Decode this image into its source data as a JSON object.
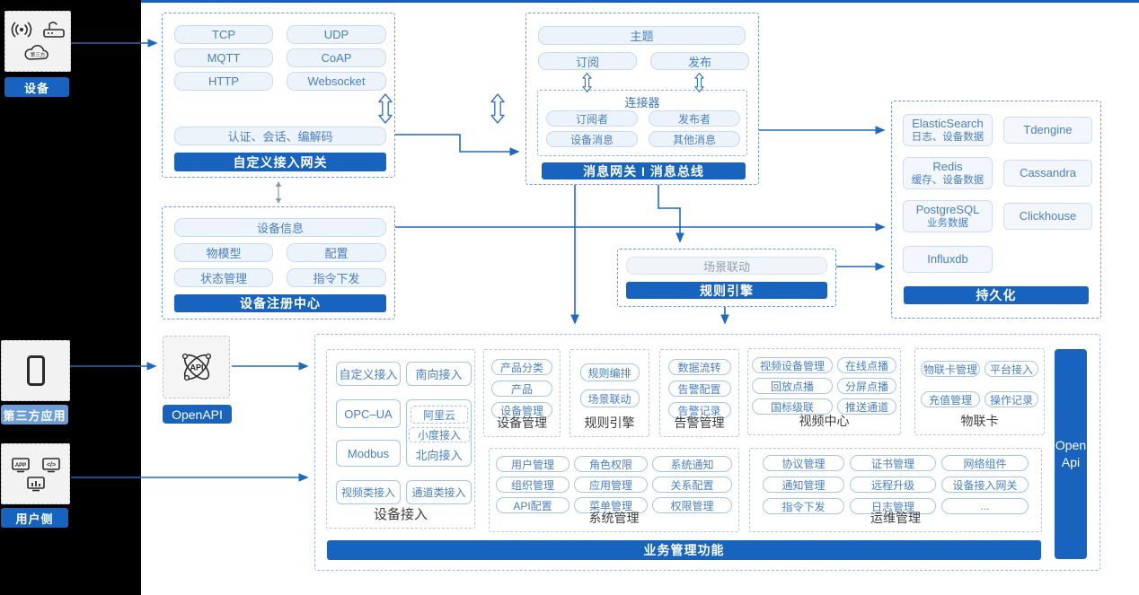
{
  "page": {
    "accent": "#1763be",
    "light_accent": "#6d9ed9",
    "top_line": "#1660bd"
  },
  "left_rail": {
    "device": {
      "label": "设备"
    },
    "third_party": {
      "label": "第三方应用"
    },
    "user_side": {
      "label": "用户侧"
    }
  },
  "gateway_box": {
    "protocols": [
      "TCP",
      "UDP",
      "MQTT",
      "CoAP",
      "HTTP",
      "Websocket"
    ],
    "wide_pill": "认证、会话、编解码",
    "title": "自定义接入网关"
  },
  "registry_box": {
    "wide_pill": "设备信息",
    "pills": [
      "物模型",
      "配置",
      "状态管理",
      "指令下发"
    ],
    "title": "设备注册中心"
  },
  "message_box": {
    "topic": "主题",
    "subscribe": "订阅",
    "publish": "发布",
    "connector_title": "连接器",
    "connector_pills": [
      "订阅者",
      "发布者",
      "设备消息",
      "其他消息"
    ],
    "title": "消息网关 I 消息总线"
  },
  "persistence_box": {
    "cells": [
      {
        "name": "ElasticSearch",
        "desc": "日志、设备数据"
      },
      {
        "name": "Tdengine",
        "desc": ""
      },
      {
        "name": "Redis",
        "desc": "缓存、设备数据"
      },
      {
        "name": "Cassandra",
        "desc": ""
      },
      {
        "name": "PostgreSQL",
        "desc": "业务数据"
      },
      {
        "name": "Clickhouse",
        "desc": ""
      },
      {
        "name": "Influxdb",
        "desc": ""
      }
    ],
    "title": "持久化"
  },
  "rule_box": {
    "pill": "场景联动",
    "title": "规则引擎"
  },
  "openapi": {
    "label": "OpenAPI"
  },
  "business": {
    "title": "业务管理功能",
    "open_api_bar": {
      "line1": "Open",
      "line2": "Api"
    },
    "device_access": {
      "row1": [
        "自定义接入",
        "南向接入"
      ],
      "opc": "OPC–UA",
      "modbus": "Modbus",
      "north": {
        "items": [
          "阿里云",
          "小度接入"
        ],
        "label": "北向接入"
      },
      "row4": [
        "视频类接入",
        "通道类接入"
      ],
      "label": "设备接入"
    },
    "device_mgmt": {
      "pills": [
        "产品分类",
        "产品",
        "设备管理"
      ],
      "label": "设备管理"
    },
    "rule_engine": {
      "pills": [
        "规则编排",
        "场景联动"
      ],
      "label": "规则引擎"
    },
    "alarm_mgmt": {
      "pills": [
        "数据流转",
        "告警配置",
        "告警记录"
      ],
      "label": "告警管理"
    },
    "video_center": {
      "pills": [
        "视频设备管理",
        "在线点播",
        "回放点播",
        "分屏点播",
        "国标级联",
        "推送通道"
      ],
      "label": "视频中心"
    },
    "iot_card": {
      "pills": [
        "物联卡管理",
        "平台接入",
        "充值管理",
        "操作记录"
      ],
      "label": "物联卡"
    },
    "system_mgmt": {
      "pills": [
        "用户管理",
        "角色权限",
        "系统通知",
        "组织管理",
        "应用管理",
        "关系配置",
        "API配置",
        "菜单管理",
        "权限管理"
      ],
      "label": "系统管理"
    },
    "ops_mgmt": {
      "pills": [
        "协议管理",
        "证书管理",
        "网络组件",
        "通知管理",
        "远程升级",
        "设备接入网关",
        "指令下发",
        "日志管理",
        "..."
      ],
      "label": "运维管理"
    }
  }
}
